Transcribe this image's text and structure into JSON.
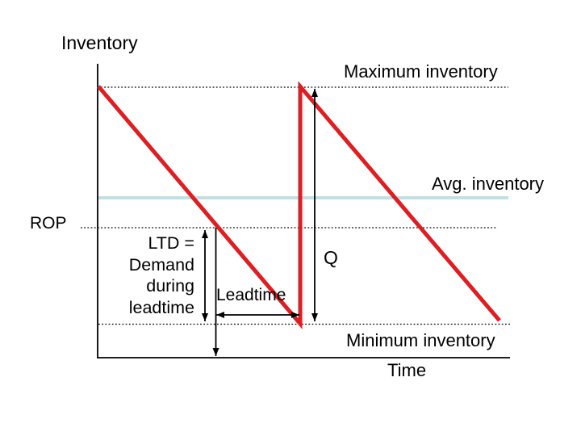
{
  "slide": {
    "axis": {
      "y_label": "Inventory",
      "x_label": "Time"
    },
    "labels": {
      "maximum": "Maximum inventory",
      "average": "Avg. inventory",
      "rop": "ROP",
      "ltd": [
        "LTD =",
        "Demand",
        "during",
        "leadtime"
      ],
      "leadtime": "Leadtime",
      "order_quantity": "Q",
      "minimum": "Minimum inventory"
    },
    "colors": {
      "demand_line": "#dd1e22",
      "avg_line": "#c4dfe4",
      "ink": "#000000",
      "background": "#ffffff"
    }
  }
}
